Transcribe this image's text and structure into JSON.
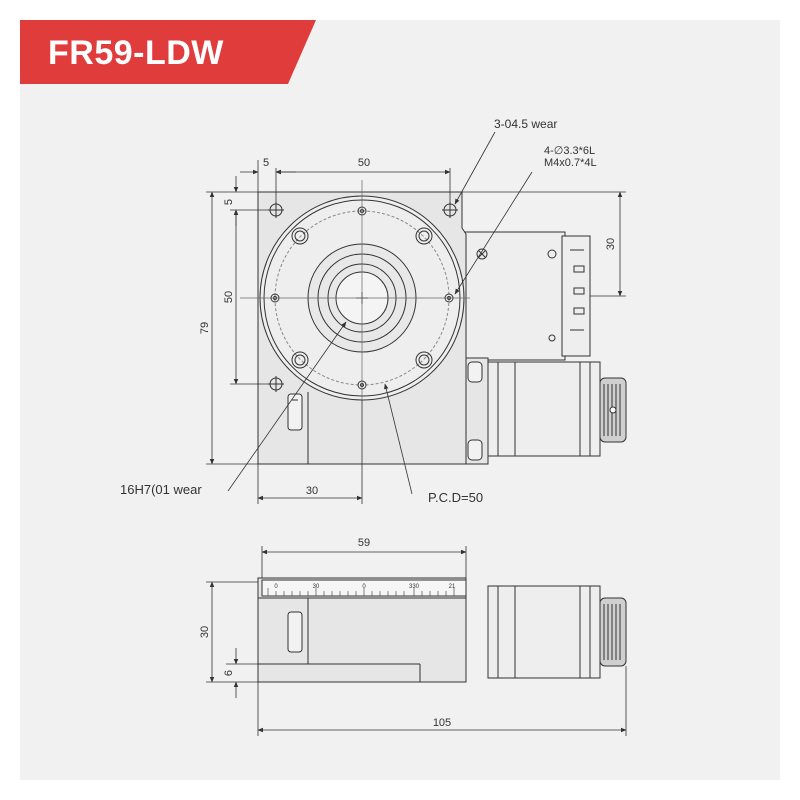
{
  "colors": {
    "banner": "#e03c3c",
    "line": "#333333",
    "background": "#f1f1f1",
    "part_fill": "#e6e6e6"
  },
  "banner": {
    "title": "FR59-LDW"
  },
  "top_view": {
    "dim_top_5": "5",
    "dim_top_50": "50",
    "dim_left_5": "5",
    "dim_left_50": "50",
    "dim_left_79": "79",
    "dim_right_30": "30",
    "dim_bottom_30": "30",
    "callout_wear_holes": "3-04.5 wear",
    "callout_thread_line1": "4-∅3.3*6L",
    "callout_thread_line2": "M4x0.7*4L",
    "callout_bore": "16H7(01 wear",
    "callout_pcd": "P.C.D=50"
  },
  "side_view": {
    "dim_top_59": "59",
    "dim_left_30": "30",
    "dim_left_6": "6",
    "dim_bottom_105": "105",
    "scale_labels": [
      "0",
      "30",
      "0",
      "330",
      "21"
    ]
  }
}
